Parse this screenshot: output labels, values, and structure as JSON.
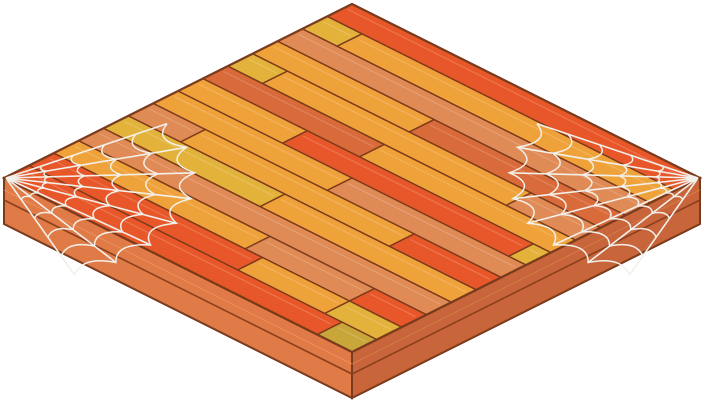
{
  "asset": {
    "kind": "isometric-floor-tile",
    "theme": "halloween wooden planks with cobwebs",
    "decorations": [
      "cobweb-left",
      "cobweb-right"
    ]
  },
  "palette": {
    "outline": "#7a3a1c",
    "plank_colors": [
      "#e8572a",
      "#f0a23a",
      "#e3b23a",
      "#e08a55",
      "#d96a3a",
      "#c9a63a"
    ],
    "side_left": "#e07a46",
    "side_right": "#c9653a",
    "side_band": "#d96f40",
    "web": "#f3f0ea"
  }
}
